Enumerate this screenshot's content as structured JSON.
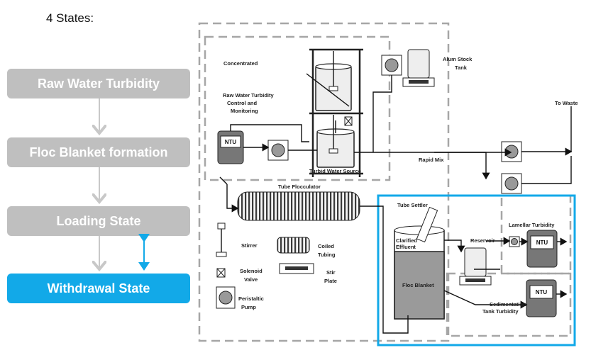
{
  "title": "4 States:",
  "states": [
    {
      "label": "Raw Water Turbidity"
    },
    {
      "label": "Floc Blanket formation"
    },
    {
      "label": "Loading State"
    },
    {
      "label": "Withdrawal State"
    }
  ],
  "colors": {
    "inactive": "#bfbfbf",
    "active": "#12a9e8",
    "arrow": "#c8c8c8",
    "dashed": "#a6a6a6"
  },
  "diagram": {
    "concentrated": "Concentrated",
    "raw_ctrl_1": "Raw Water Turbidity",
    "raw_ctrl_2": "Control and",
    "raw_ctrl_3": "Monitoring",
    "alum_1": "Alum Stock",
    "alum_2": "Tank",
    "to_waste": "To Waste",
    "ntu": "NTU",
    "turbid_source": "Turbid Water Source",
    "rapid_mix": "Rapid Mix",
    "tube_flocculator": "Tube Flocculator",
    "tube_settler": "Tube Settler",
    "clarified_1": "Clarified",
    "clarified_2": "Effluent",
    "floc_blanket": "Floc Blanket",
    "reservoir": "Reservoir",
    "lamellar": "Lamellar Turbidity",
    "sed_1": "Sedimentation",
    "sed_2": "Tank Turbidity",
    "legend_stirrer": "Stirrer",
    "legend_coiled_1": "Coiled",
    "legend_coiled_2": "Tubing",
    "legend_solenoid_1": "Solenoid",
    "legend_solenoid_2": "Valve",
    "legend_stir_1": "Stir",
    "legend_stir_2": "Plate",
    "legend_peri_1": "Peristaltic",
    "legend_peri_2": "Pump"
  }
}
